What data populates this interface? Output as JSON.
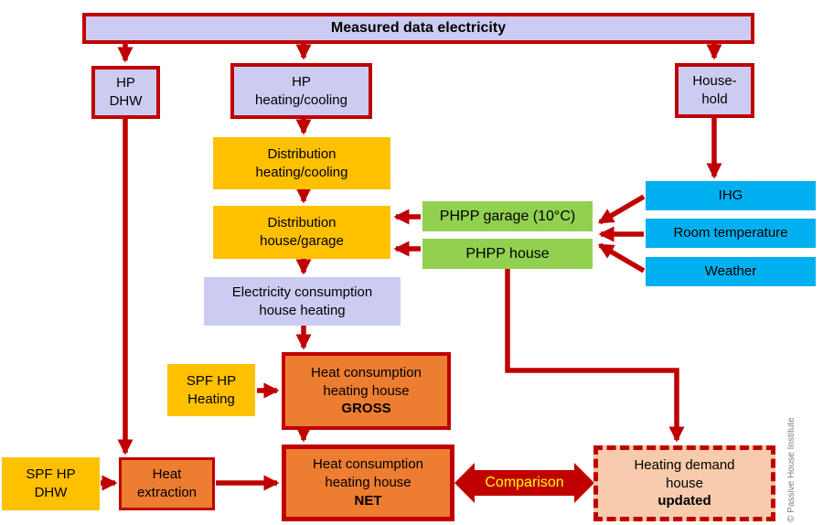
{
  "figure": {
    "credit": "© Passive House Institute"
  },
  "colors": {
    "accent_red": "#C00000",
    "lavender": "#CCCCF2",
    "amber": "#FFC000",
    "orange": "#ED7D31",
    "green": "#92D050",
    "blue": "#00B0F0",
    "peach": "#F8CBAD",
    "comparison_text": "#FFFF00",
    "credit_gray": "#808080"
  },
  "nodes": {
    "measured": {
      "lines": [
        "Measured data electricity"
      ]
    },
    "hp_dhw": {
      "lines": [
        "HP",
        "DHW"
      ]
    },
    "hp_heating": {
      "lines": [
        "HP",
        "heating/cooling"
      ]
    },
    "household": {
      "lines": [
        "House-",
        "hold"
      ]
    },
    "dist_heating": {
      "lines": [
        "Distribution",
        "heating/cooling"
      ]
    },
    "dist_house": {
      "lines": [
        "Distribution",
        "house/garage"
      ]
    },
    "phpp_garage": {
      "lines": [
        "PHPP garage (10°C)"
      ]
    },
    "phpp_house": {
      "lines": [
        "PHPP house"
      ]
    },
    "ihg": {
      "lines": [
        "IHG"
      ]
    },
    "room_temperature": {
      "lines": [
        "Room temperature"
      ]
    },
    "weather": {
      "lines": [
        "Weather"
      ]
    },
    "elec_consumption": {
      "lines": [
        "Electricity consumption",
        "house heating"
      ]
    },
    "spf_hp_heating": {
      "lines": [
        "SPF HP",
        "Heating"
      ]
    },
    "heat_gross": {
      "lines": [
        "Heat consumption",
        "heating house",
        "GROSS"
      ]
    },
    "spf_hp_dhw": {
      "lines": [
        "SPF HP",
        "DHW"
      ]
    },
    "heat_extraction": {
      "lines": [
        "Heat",
        "extraction"
      ]
    },
    "heat_net": {
      "lines": [
        "Heat consumption",
        "heating house",
        "NET"
      ]
    },
    "heating_demand": {
      "lines": [
        "Heating demand",
        "house",
        "updated"
      ]
    }
  },
  "labels": {
    "comparison": "Comparison"
  }
}
